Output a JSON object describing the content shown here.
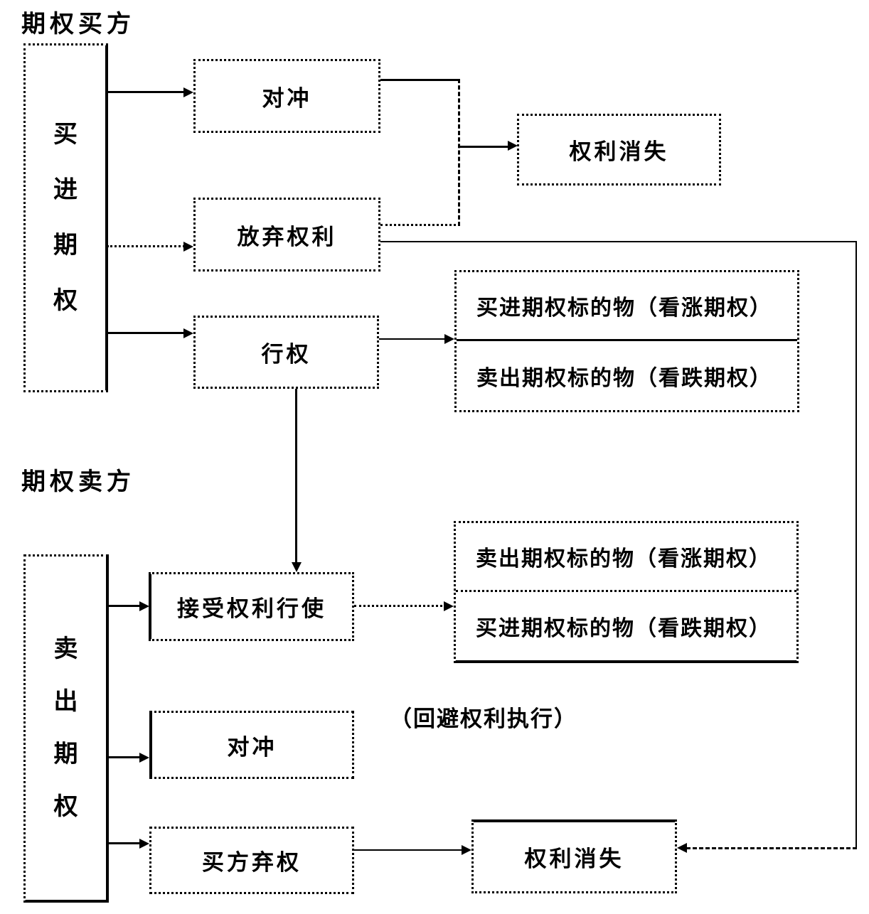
{
  "labels": {
    "buyer_section": "期权买方",
    "seller_section": "期权卖方",
    "note": "（回避权利执行）"
  },
  "boxes": {
    "buy_option": "买进期权",
    "hedge_top": "对冲",
    "rights_lost_top": "权利消失",
    "abandon_rights": "放弃权利",
    "exercise": "行权",
    "buyer_outcome_row1": "买进期权标的物（看涨期权）",
    "buyer_outcome_row2": "卖出期权标的物（看跌期权）",
    "sell_option": "卖出期权",
    "accept_exercise": "接受权利行使",
    "seller_outcome_row1": "卖出期权标的物（看涨期权）",
    "seller_outcome_row2": "买进期权标的物（看跌期权）",
    "hedge_bottom": "对冲",
    "buyer_waives": "买方弃权",
    "rights_lost_bottom": "权利消失"
  },
  "colors": {
    "ink": "#000000",
    "background": "#ffffff"
  }
}
